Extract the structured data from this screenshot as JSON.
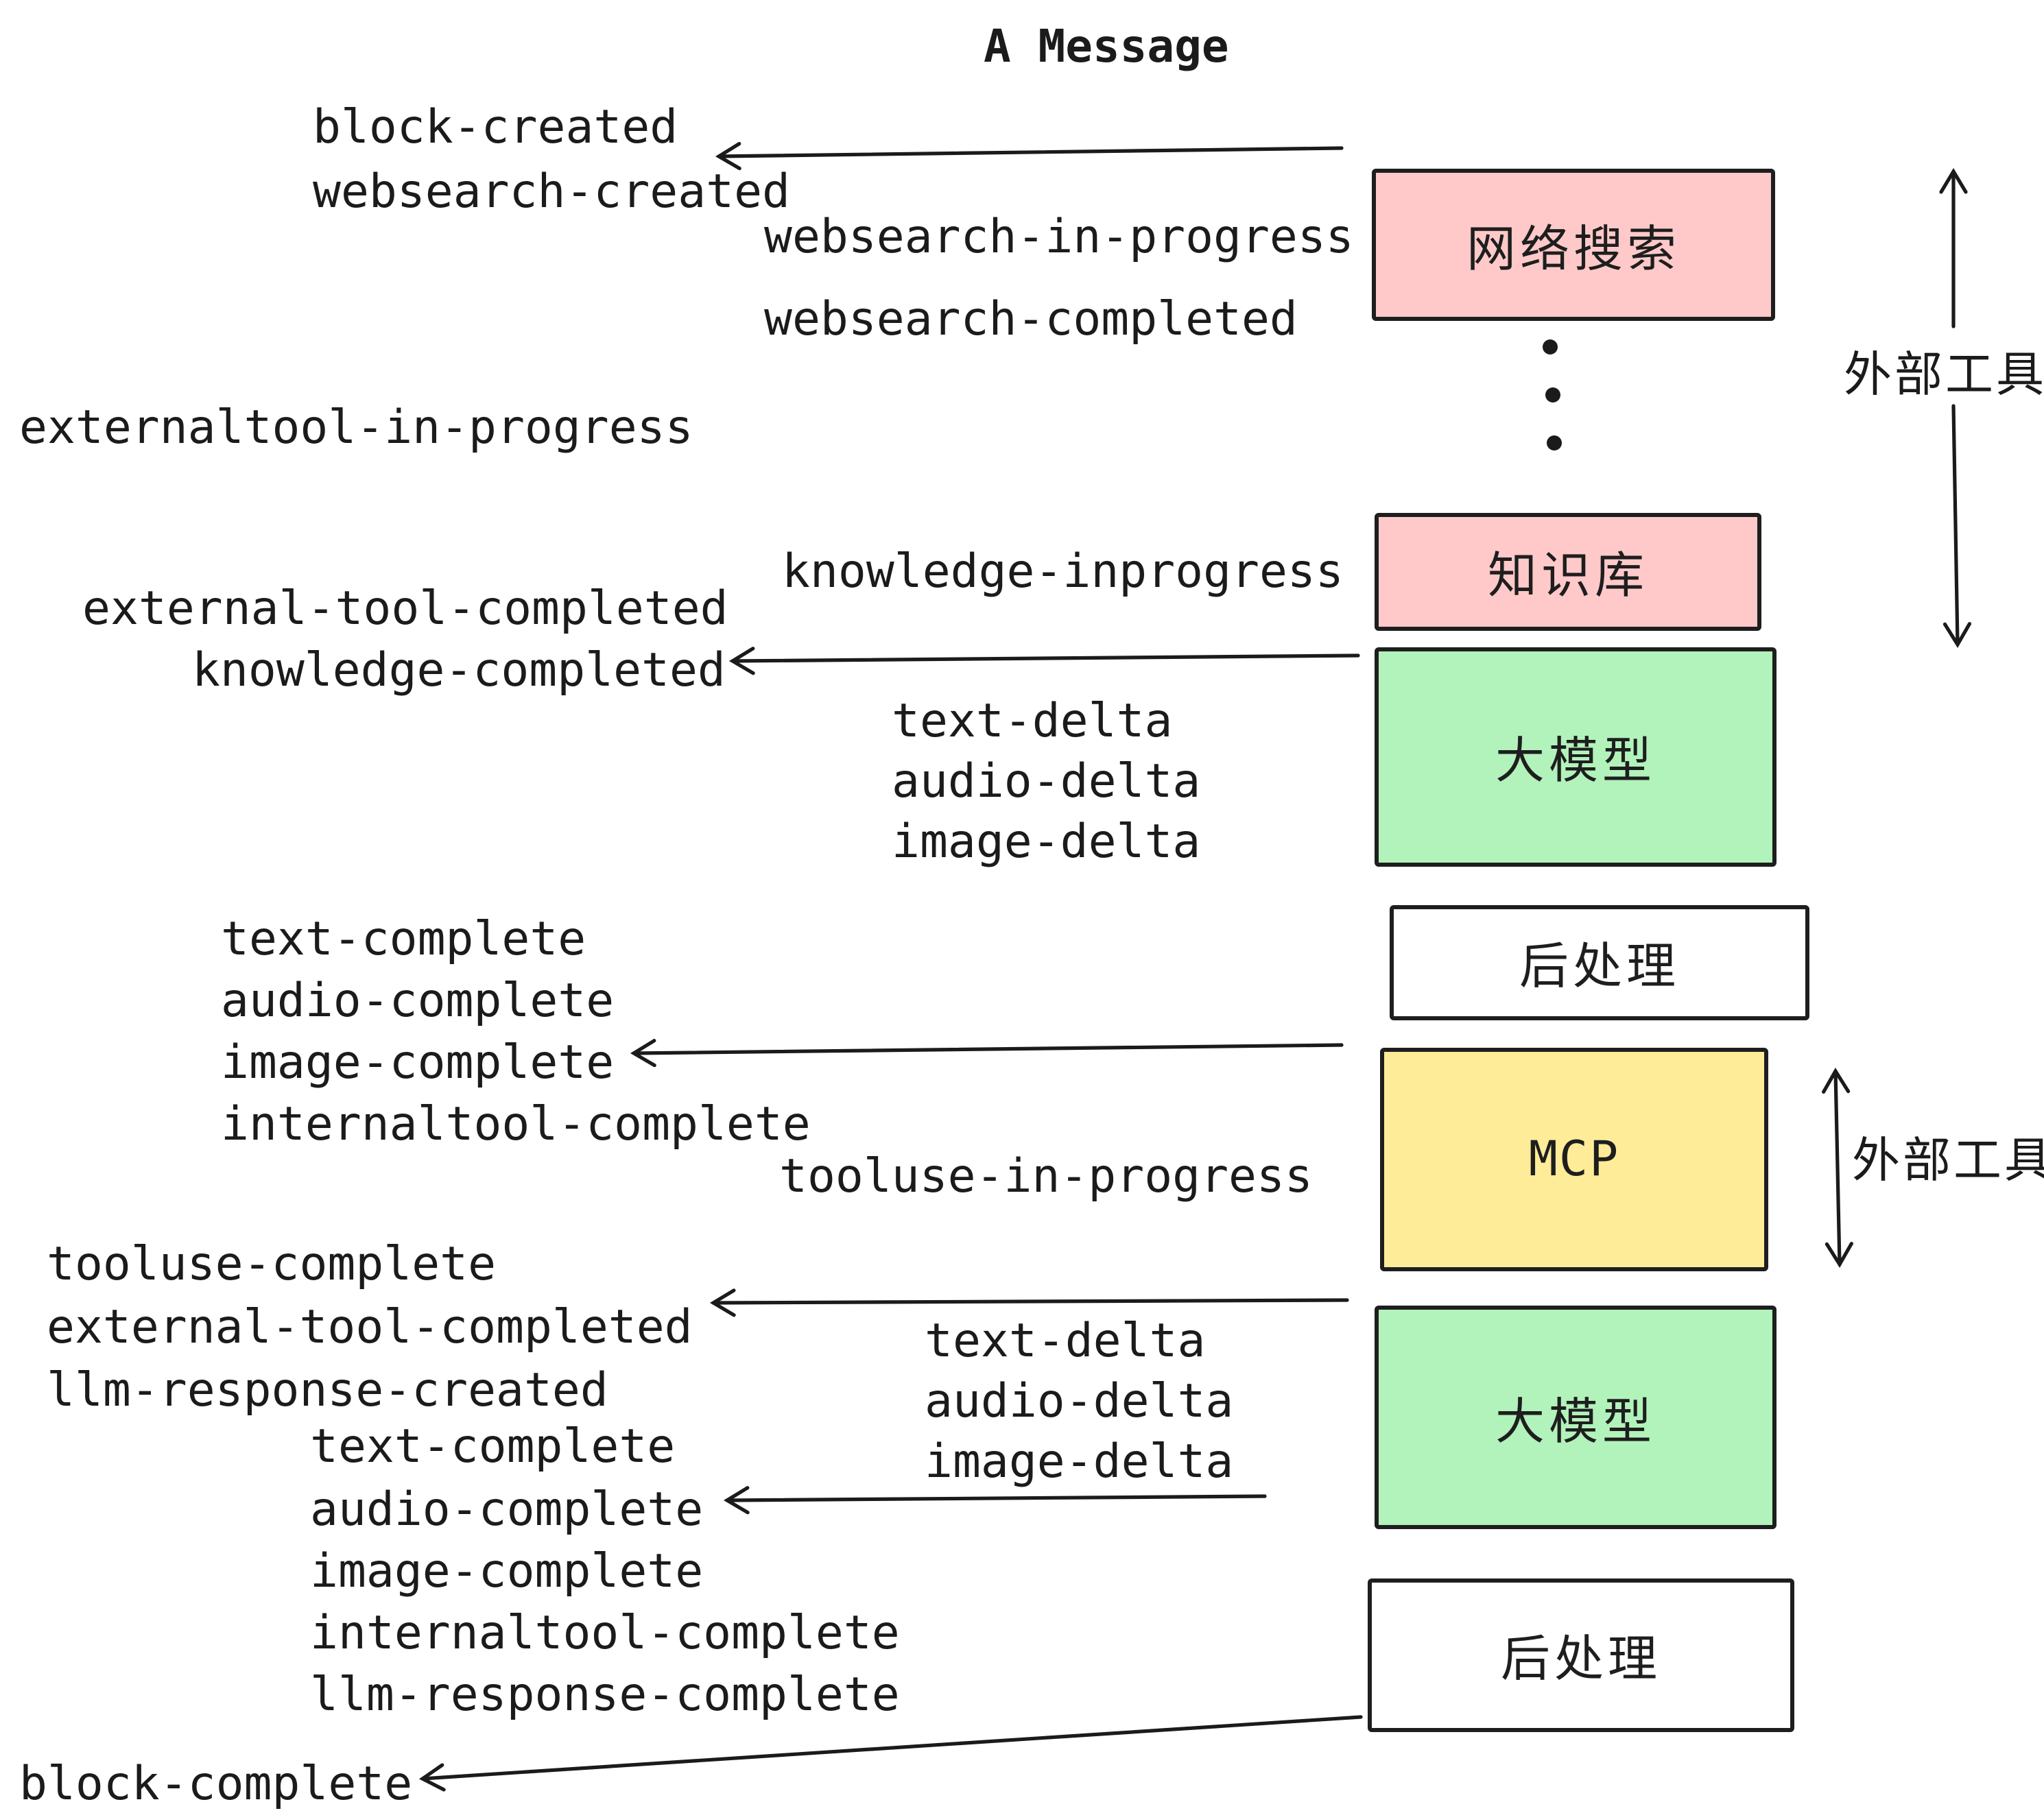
{
  "page": {
    "title": "A Message"
  },
  "side_labels": {
    "external_tools_top": "外部工具",
    "external_tools_mid": "外部工具"
  },
  "boxes": [
    {
      "id": "websearch",
      "label": "网络搜索",
      "color": "#ffc9c9"
    },
    {
      "id": "knowledge",
      "label": "知识库",
      "color": "#ffc9c9"
    },
    {
      "id": "llm-1",
      "label": "大模型",
      "color": "#b2f2bb"
    },
    {
      "id": "post-1",
      "label": "后处理",
      "color": "#ffffff"
    },
    {
      "id": "mcp",
      "label": "MCP",
      "color": "#ffec99"
    },
    {
      "id": "llm-2",
      "label": "大模型",
      "color": "#b2f2bb"
    },
    {
      "id": "post-2",
      "label": "后处理",
      "color": "#ffffff"
    }
  ],
  "events": [
    "block-created",
    "websearch-created",
    "websearch-in-progress",
    "websearch-completed",
    "externaltool-in-progress",
    "knowledge-inprogress",
    "external-tool-completed",
    "knowledge-completed",
    "text-delta",
    "audio-delta",
    "image-delta",
    "text-complete",
    "audio-complete",
    "image-complete",
    "internaltool-complete",
    "tooluse-in-progress",
    "tooluse-complete",
    "external-tool-completed",
    "llm-response-created",
    "text-delta",
    "audio-delta",
    "image-delta",
    "text-complete",
    "audio-complete",
    "image-complete",
    "internaltool-complete",
    "llm-response-complete",
    "block-complete"
  ],
  "colors": {
    "ink": "#1b1b1b",
    "pink": "#ffc9c9",
    "green": "#b2f2bb",
    "yellow": "#ffec99"
  }
}
